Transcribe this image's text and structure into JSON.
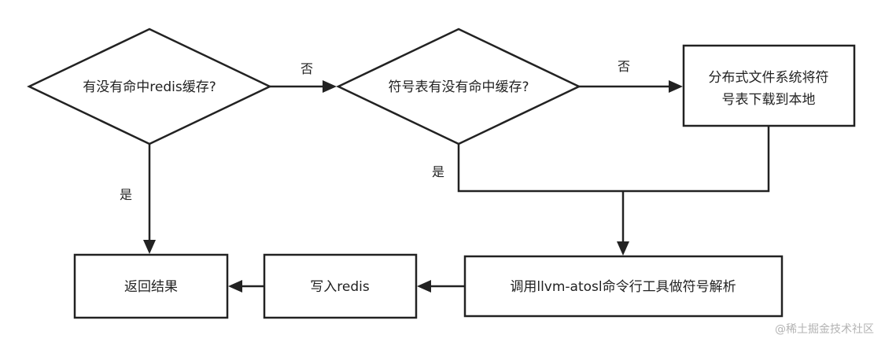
{
  "nodes": {
    "check_redis": "有没有命中redis缓存?",
    "check_symbol_cache": "符号表有没有命中缓存?",
    "download_line1": "分布式文件系统将符",
    "download_line2": "号表下载到本地",
    "return_result": "返回结果",
    "write_redis": "写入redis",
    "parse_symbols": "调用llvm-atosl命令行工具做符号解析"
  },
  "edges": {
    "redis_no": "否",
    "cache_no": "否",
    "redis_yes": "是",
    "cache_yes": "是"
  },
  "watermark": "@稀土掘金技术社区"
}
